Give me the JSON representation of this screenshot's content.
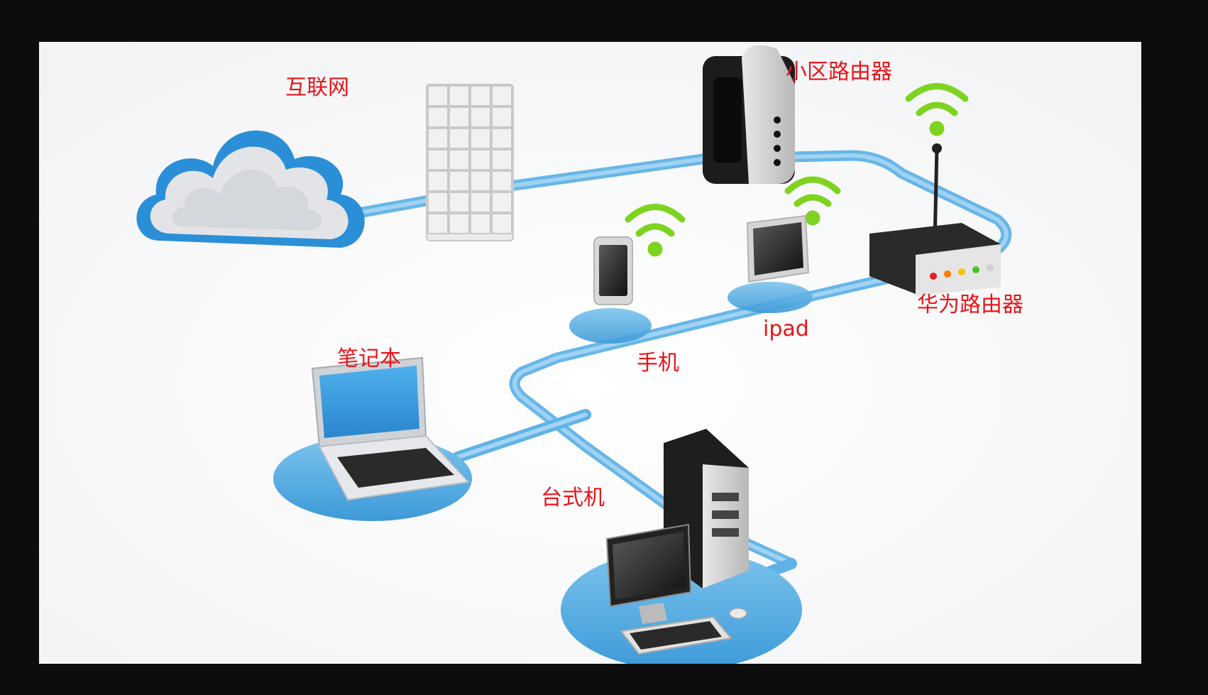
{
  "diagram": {
    "labels": {
      "internet": "互联网",
      "community_router": "小区路由器",
      "huawei_router": "华为路由器",
      "ipad": "ipad",
      "phone": "手机",
      "laptop": "笔记本",
      "desktop": "台式机"
    },
    "icons": [
      "cloud-icon",
      "firewall-icon",
      "server-icon",
      "router-icon",
      "wifi-icon",
      "phone-icon",
      "tablet-icon",
      "laptop-icon",
      "desktop-icon"
    ],
    "colors": {
      "label": "#e8151b",
      "cable": "#5fb2e6",
      "cloud_outline": "#2b8fd8",
      "wifi": "#7ed321",
      "background": "#ffffff",
      "frame_border": "#0d0d0d"
    }
  }
}
